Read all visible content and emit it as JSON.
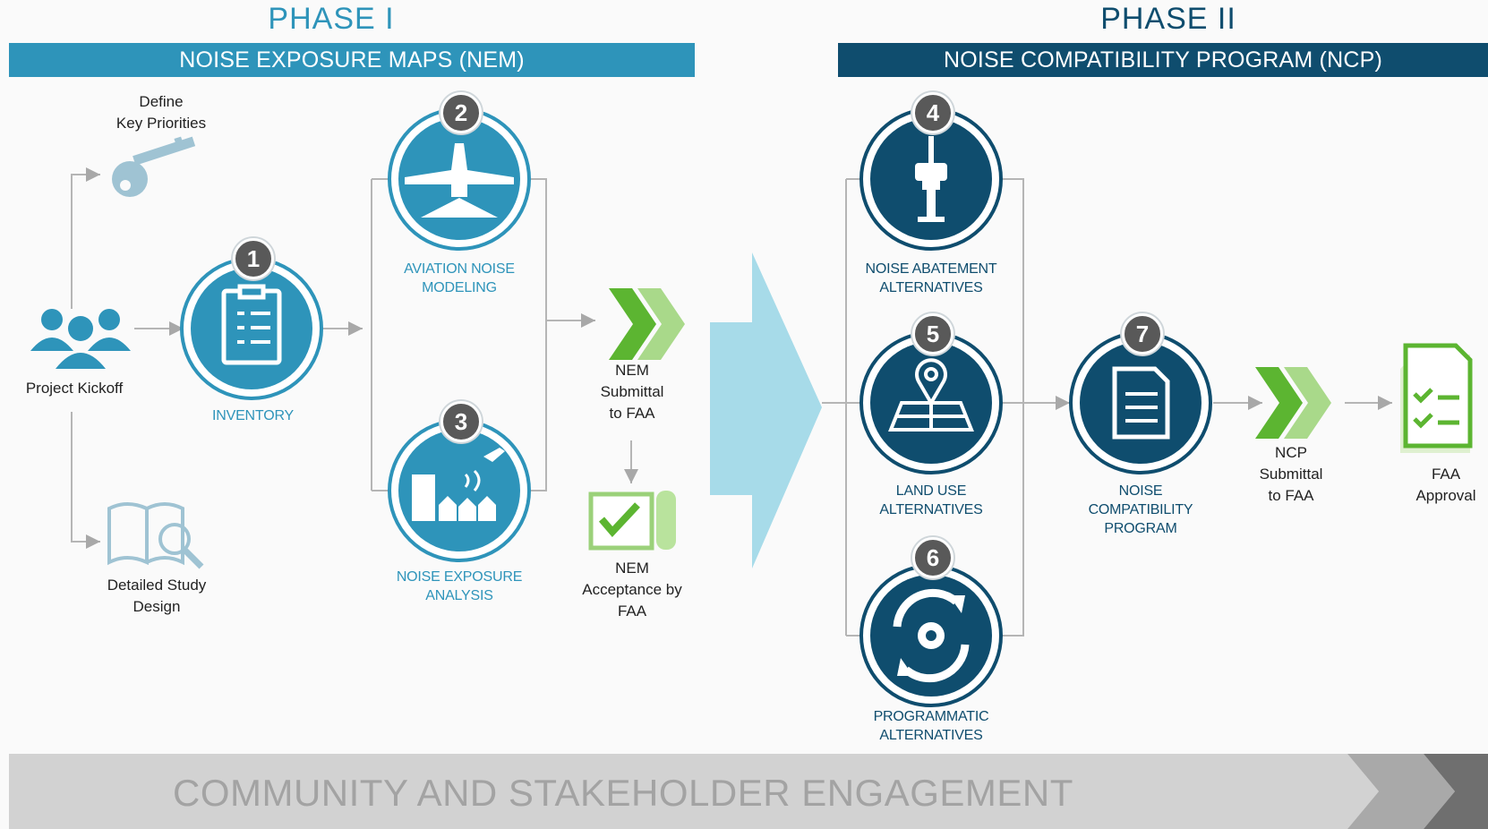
{
  "phase1": {
    "title": "PHASE I",
    "bar_label": "NOISE EXPOSURE MAPS (NEM)",
    "color": "#2e94ba"
  },
  "phase2": {
    "title": "PHASE II",
    "bar_label": "NOISE COMPATIBILITY PROGRAM (NCP)",
    "color": "#0f4d6e"
  },
  "nodes": {
    "kickoff": "Project Kickoff",
    "priorities": "Define\nKey Priorities",
    "study_design": "Detailed Study\nDesign",
    "inventory": "INVENTORY",
    "aviation_noise": "AVIATION NOISE\nMODELING",
    "noise_exposure": "NOISE EXPOSURE\nANALYSIS",
    "nem_submittal": "NEM\nSubmittal\nto FAA",
    "nem_acceptance": "NEM\nAcceptance by\nFAA",
    "noise_abatement": "NOISE ABATEMENT\nALTERNATIVES",
    "land_use": "LAND USE\nALTERNATIVES",
    "programmatic": "PROGRAMMATIC\nALTERNATIVES",
    "ncp_program": "NOISE\nCOMPATIBILITY\nPROGRAM",
    "ncp_submittal": "NCP\nSubmittal\nto FAA",
    "faa_approval": "FAA\nApproval"
  },
  "steps": [
    "1",
    "2",
    "3",
    "4",
    "5",
    "6",
    "7"
  ],
  "footer": "COMMUNITY AND STAKEHOLDER ENGAGEMENT",
  "colors": {
    "light_blue": "#2e94ba",
    "dark_blue": "#0f4d6e",
    "green": "#5cb531",
    "light_green": "#a9d98a",
    "big_arrow": "#a7dbe9",
    "gray_badge": "#595959",
    "footer_gray": "#d2d2d2"
  },
  "icons": [
    "people-icon",
    "key-icon",
    "book-magnifier-icon",
    "clipboard-icon",
    "airplane-icon",
    "buildings-airplane-icon",
    "chevrons-icon",
    "map-check-icon",
    "control-tower-icon",
    "map-pin-icon",
    "cycle-gear-icon",
    "document-icon",
    "checklist-icon"
  ]
}
